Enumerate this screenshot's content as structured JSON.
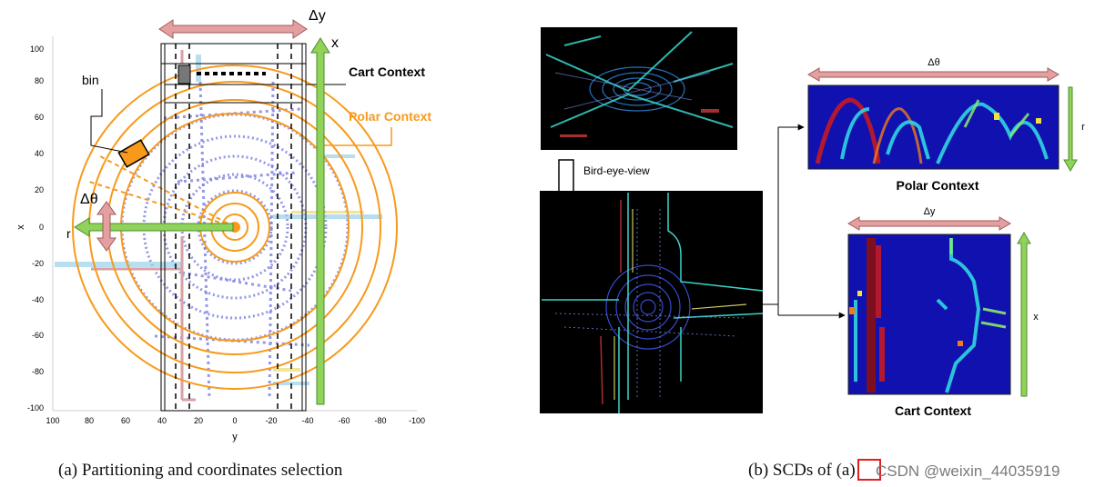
{
  "left": {
    "axes": {
      "x_ticks": [
        "100",
        "80",
        "60",
        "40",
        "20",
        "0",
        "-20",
        "-40",
        "-60",
        "-80",
        "-100"
      ],
      "y_ticks": [
        "100",
        "80",
        "60",
        "40",
        "20",
        "0",
        "-20",
        "-40",
        "-60",
        "-80",
        "-100"
      ],
      "xlabel": "y",
      "ylabel": "x"
    },
    "labels": {
      "delta_y": "Δy",
      "x_arrow": "x",
      "cart_context": "Cart Context",
      "polar_context": "Polar Context",
      "bin": "bin",
      "delta_theta": "Δθ",
      "r": "r"
    },
    "caption": "(a) Partitioning and coordinates selection"
  },
  "right": {
    "bird_eye_label": "Bird-eye-view",
    "polar": {
      "top_label": "Δθ",
      "side_label": "r",
      "title": "Polar Context"
    },
    "cart": {
      "top_label": "Δy",
      "side_label": "x",
      "title": "Cart Context"
    },
    "caption": "(b) SCDs of (a)",
    "watermark": "CSDN @weixin_44035919"
  },
  "colors": {
    "orange": "#f79a1c",
    "green_arrow": "#8fd35a",
    "pink_arrow": "#e4a0a0",
    "lidar_blue": "#7b7fe0",
    "heatmap_bg": "#1111b0"
  }
}
